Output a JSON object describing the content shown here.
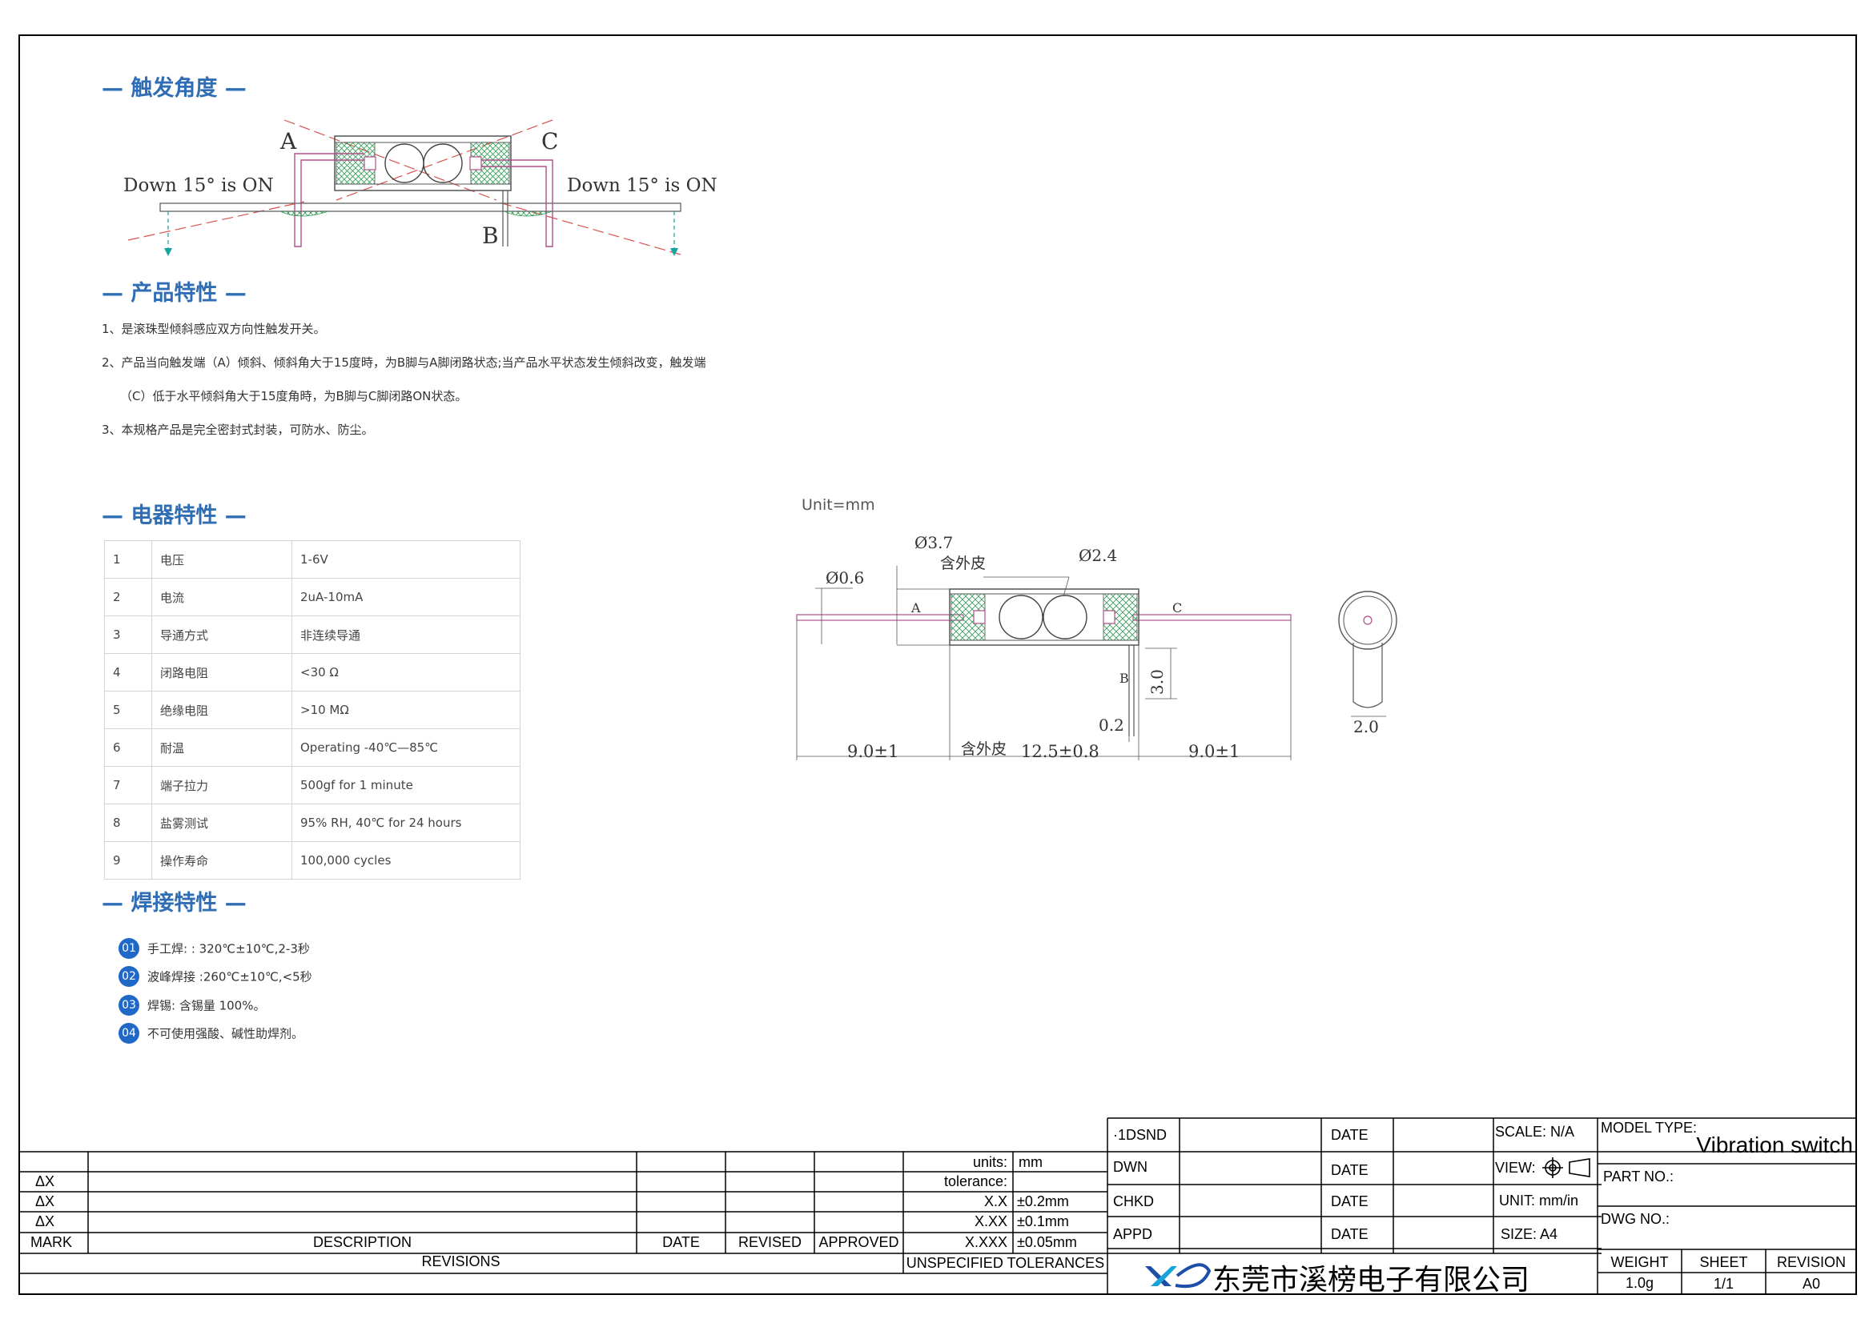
{
  "sections": {
    "trigger_angle": "— 触发角度 —",
    "product_features": "— 产品特性 —",
    "electrical": "— 电器特性 —",
    "welding": "— 焊接特性 —"
  },
  "angle_figure": {
    "label_a": "A",
    "label_b": "B",
    "label_c": "C",
    "left_note": "Down 15° is ON",
    "right_note": "Down 15° is ON"
  },
  "features": [
    "1、是滚珠型倾斜感应双方向性触发开关。",
    "2、产品当向触发端（A）倾斜、倾斜角大于15度時，为B脚与A脚闭路状态;当产品水平状态发生倾斜改变，触发端",
    "（C）低于水平倾斜角大于15度角時，为B脚与C脚闭路ON状态。",
    "3、本规格产品是完全密封式封装，可防水、防尘。"
  ],
  "electrical_table": [
    {
      "no": "1",
      "item": "电压",
      "value": "1-6V"
    },
    {
      "no": "2",
      "item": "电流",
      "value": "2uA-10mA"
    },
    {
      "no": "3",
      "item": "导通方式",
      "value": "非连续导通"
    },
    {
      "no": "4",
      "item": "闭路电阻",
      "value": "<30 Ω"
    },
    {
      "no": "5",
      "item": "绝缘电阻",
      "value": ">10 MΩ"
    },
    {
      "no": "6",
      "item": "耐温",
      "value": "Operating -40℃—85℃"
    },
    {
      "no": "7",
      "item": "端子拉力",
      "value": "500gf for 1 minute"
    },
    {
      "no": "8",
      "item": "盐雾测试",
      "value": "95% RH, 40℃ for 24 hours"
    },
    {
      "no": "9",
      "item": "操作寿命",
      "value": "100,000 cycles"
    }
  ],
  "welding": [
    {
      "num": "01",
      "text": "手工焊: : 320℃±10℃,2-3秒"
    },
    {
      "num": "02",
      "text": "波峰焊接 :260℃±10℃,<5秒"
    },
    {
      "num": "03",
      "text": "焊锡: 含锡量 100%。"
    },
    {
      "num": "04",
      "text": "不可使用强酸、碱性助焊剂。"
    }
  ],
  "drawing": {
    "unit": "Unit=mm",
    "dia_outer": "Ø3.7",
    "outer_note": "含外皮",
    "dia_ball": "Ø2.4",
    "dia_pin": "Ø0.6",
    "pin_a": "A",
    "pin_b": "B",
    "pin_c": "C",
    "dim_b_len": "3.0",
    "dim_b_thk": "0.2",
    "dim_left": "9.0±1",
    "dim_body_note": "含外皮",
    "dim_body": "12.5±0.8",
    "dim_right": "9.0±1",
    "dim_side": "2.0"
  },
  "title_block": {
    "revisions": {
      "units_label": "units:",
      "units_value": "mm",
      "tolerance_label": "tolerance:",
      "tol_rows": [
        {
          "fmt": "X.X",
          "val": "±0.2mm"
        },
        {
          "fmt": "X.XX",
          "val": "±0.1mm"
        },
        {
          "fmt": "X.XXX",
          "val": "±0.05mm"
        }
      ],
      "delta_marks": [
        "ΔX",
        "ΔX",
        "ΔX"
      ],
      "mark": "MARK",
      "description": "DESCRIPTION",
      "date": "DATE",
      "revised": "REVISED",
      "approved": "APPROVED",
      "revisions_label": "REVISIONS",
      "unspecified": "UNSPECIFIED TOLERANCES"
    },
    "roles": [
      {
        "role": "·1DSND",
        "date": "DATE"
      },
      {
        "role": "DWN",
        "date": "DATE"
      },
      {
        "role": "CHKD",
        "date": "DATE"
      },
      {
        "role": "APPD",
        "date": "DATE"
      }
    ],
    "scale": "SCALE: N/A",
    "view": "VIEW:",
    "unit": "UNIT: mm/in",
    "size": "SIZE: A4",
    "model_type_label": "MODEL TYPE:",
    "model_type": "Vibration switch",
    "part_no": "PART NO.:",
    "dwg_no": "DWG NO.:",
    "weight_label": "WEIGHT",
    "weight": "1.0g",
    "sheet_label": "SHEET",
    "sheet": "1/1",
    "revision_label": "REVISION",
    "revision": "A0",
    "company": "东莞市溪榜电子有限公司"
  },
  "colors": {
    "section_blue": "#2f6db5",
    "badge_blue": "#1f68c8",
    "lead_pink": "#b0508a",
    "cross_green": "#2f9c55",
    "red_line": "#d9534f",
    "arrow_teal": "#18a3a3"
  }
}
